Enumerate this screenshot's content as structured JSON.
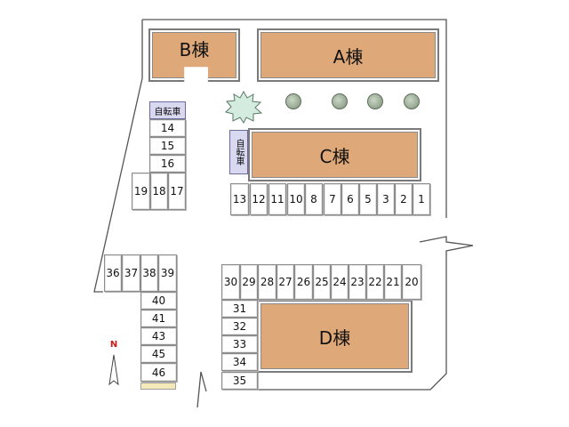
{
  "map": {
    "buildings": {
      "a": "A棟",
      "b": "B棟",
      "c": "C棟",
      "d": "D棟"
    },
    "bicycle_parking": {
      "top": "自転車",
      "side": "自転車"
    },
    "north_label": "N",
    "parking_rows": {
      "c_row": [
        "13",
        "12",
        "11",
        "10",
        "8",
        "7",
        "6",
        "5",
        "3",
        "2",
        "1"
      ],
      "left_column": [
        "14",
        "15",
        "16"
      ],
      "left_row": [
        "19",
        "18",
        "17"
      ],
      "d_row": [
        "30",
        "29",
        "28",
        "27",
        "26",
        "25",
        "24",
        "23",
        "22",
        "21",
        "20"
      ],
      "d_column": [
        "31",
        "32",
        "33",
        "34",
        "35"
      ],
      "west_row": [
        "36",
        "37",
        "38",
        "39"
      ],
      "west_column": [
        "40",
        "41",
        "43",
        "45",
        "46"
      ]
    },
    "colors": {
      "building": "#dfa878",
      "bike": "#d8d8f0",
      "north": "#d01818",
      "slot": "#ffffff"
    },
    "icons": [
      "north-arrow-icon",
      "tree-icon"
    ]
  }
}
